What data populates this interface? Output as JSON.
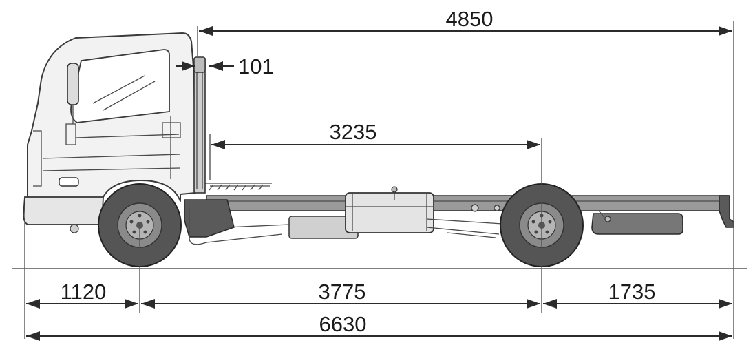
{
  "dimensions": {
    "cab_to_end": "4850",
    "cab_clearance": "101",
    "cab_to_rear_axle": "3235",
    "front_overhang": "1120",
    "wheelbase": "3775",
    "rear_overhang": "1735",
    "overall_length": "6630"
  }
}
